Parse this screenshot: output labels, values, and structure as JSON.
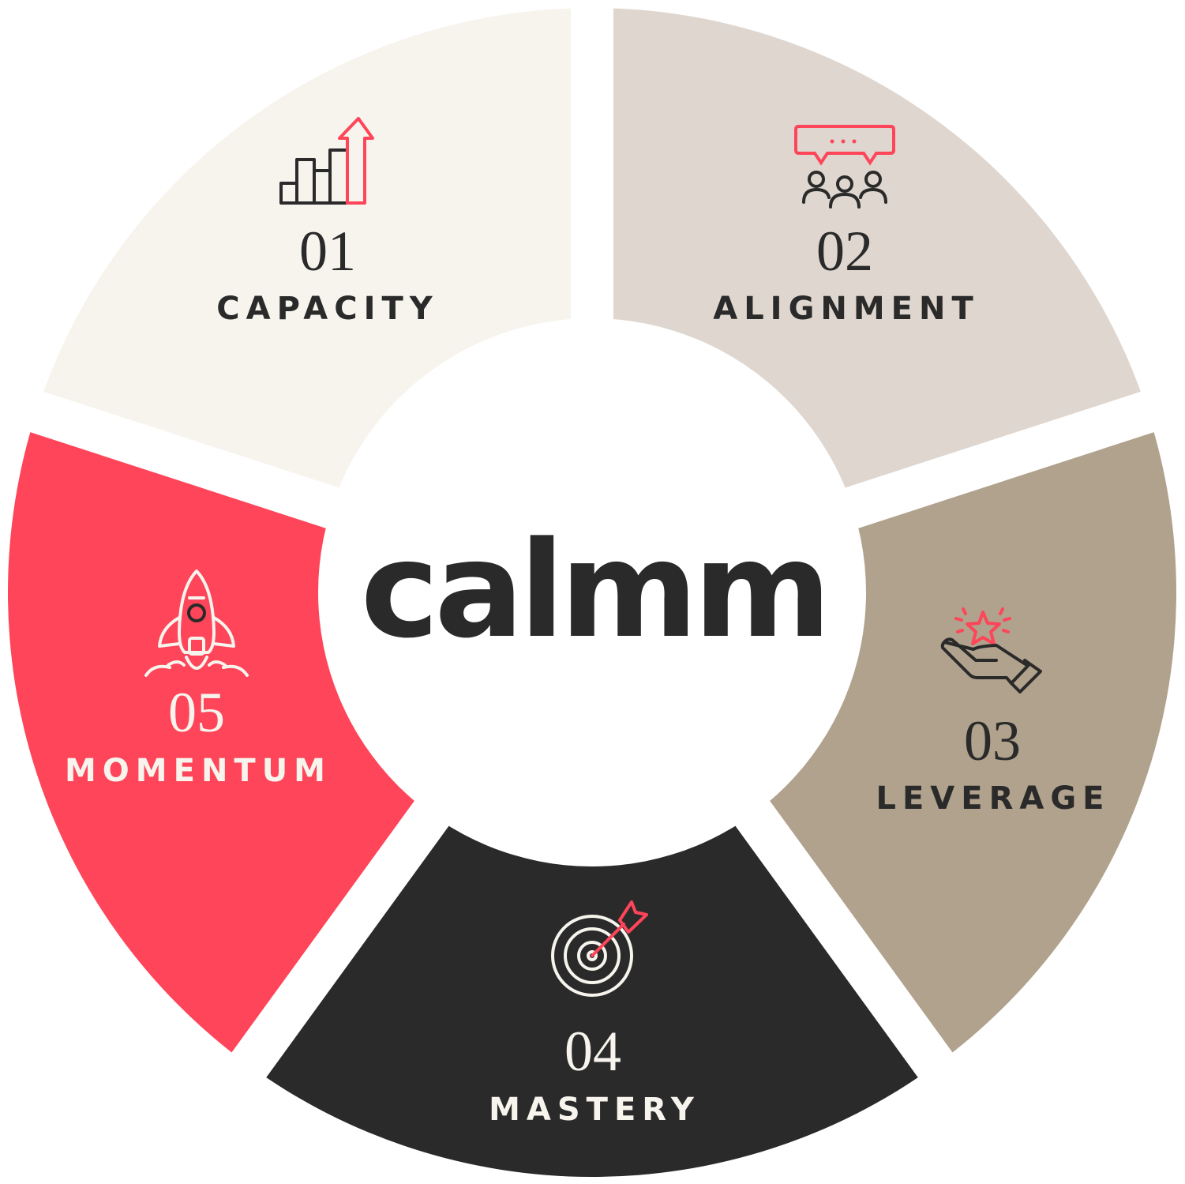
{
  "logo": "calmm",
  "colors": {
    "capacity": "#f7f4ee",
    "alignment": "#ded6cf",
    "leverage": "#b0a28c",
    "mastery": "#2a2a2a",
    "momentum": "#fe4559",
    "accent": "#fe4559",
    "dark": "#2a2a2a",
    "light": "#f7f4ee"
  },
  "segments": [
    {
      "number": "01",
      "label": "CAPACITY",
      "icon": "bar-chart-arrow-icon"
    },
    {
      "number": "02",
      "label": "ALIGNMENT",
      "icon": "team-chat-icon"
    },
    {
      "number": "03",
      "label": "LEVERAGE",
      "icon": "hand-star-icon"
    },
    {
      "number": "04",
      "label": "MASTERY",
      "icon": "target-dart-icon"
    },
    {
      "number": "05",
      "label": "MOMENTUM",
      "icon": "rocket-icon"
    }
  ]
}
